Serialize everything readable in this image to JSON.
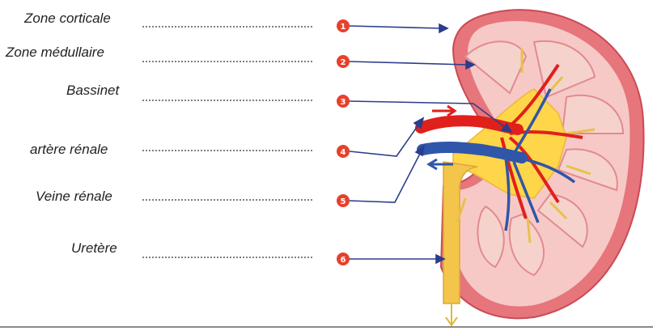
{
  "labels": [
    {
      "num": "1",
      "text": "Zone corticale"
    },
    {
      "num": "2",
      "text": "Zone médullaire"
    },
    {
      "num": "3",
      "text": "Bassinet"
    },
    {
      "num": "4",
      "text": "artère rénale"
    },
    {
      "num": "5",
      "text": "Veine rénale"
    },
    {
      "num": "6",
      "text": "Uretère"
    }
  ],
  "colors": {
    "marker": "#e8402a",
    "pointer_line": "#2b3d8c",
    "cortex": "#e7757c",
    "cortex_light": "#f6c9c6",
    "pyramid": "#f5d3cc",
    "pelvis": "#ffd54a",
    "artery": "#e0201b",
    "vein": "#2f56a8",
    "ureter": "#f3c54a"
  }
}
